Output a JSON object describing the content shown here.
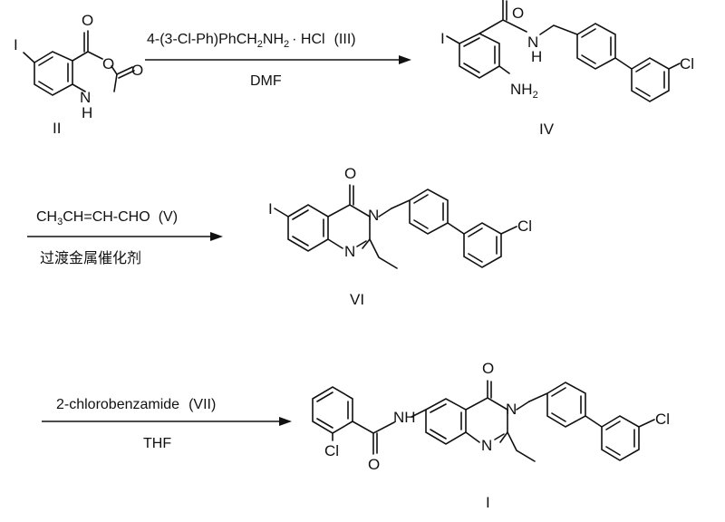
{
  "steps": [
    {
      "reagent_text": "4-(3-Cl-Ph)PhCH",
      "reagent_sub1": "2",
      "reagent_mid": "NH",
      "reagent_sub2": "2",
      "reagent_suffix": "· HCl",
      "reagent_label": "(III)",
      "condition": "DMF"
    },
    {
      "reagent_p1": "CH",
      "reagent_sub1": "3",
      "reagent_p2": "CH=CH-CHO",
      "reagent_label": "(V)",
      "condition": "过渡金属催化剂"
    },
    {
      "reagent_text": "2-chlorobenzamide",
      "reagent_label": "(VII)",
      "condition": "THF"
    }
  ],
  "compounds": {
    "II": {
      "label": "II",
      "atoms": {
        "iodo": "I",
        "o_carbonyl": "O",
        "o_ring": "O",
        "o_carbonyl2": "O",
        "nh": "N",
        "h": "H"
      }
    },
    "IV": {
      "label": "IV",
      "atoms": {
        "iodo": "I",
        "o": "O",
        "nh": "N",
        "h": "H",
        "nh2": "NH",
        "nh2_sub": "2",
        "cl": "Cl"
      }
    },
    "VI": {
      "label": "VI",
      "atoms": {
        "iodo": "I",
        "o": "O",
        "n3": "N",
        "n1": "N",
        "cl": "Cl"
      }
    },
    "I": {
      "label": "I",
      "atoms": {
        "cl_benz": "Cl",
        "o_amide": "O",
        "nh": "NH",
        "o": "O",
        "n3": "N",
        "n1": "N",
        "cl": "Cl"
      }
    }
  },
  "colors": {
    "ink": "#111111",
    "background": "#ffffff"
  }
}
